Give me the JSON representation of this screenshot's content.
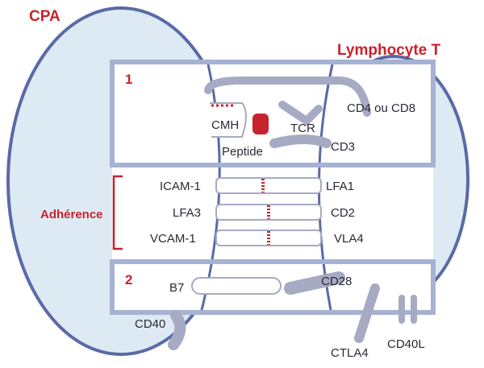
{
  "labels": {
    "apc": "CPA",
    "lymphocyte": "Lymphocyte T",
    "box1": "1",
    "box2": "2",
    "adhesion": "Adhérence",
    "mhc": "CMH",
    "tcr": "TCR",
    "peptide": "Peptide",
    "cd4cd8": "CD4 ou CD8",
    "cd3": "CD3",
    "icam1": "ICAM-1",
    "lfa1": "LFA1",
    "lfa3": "LFA3",
    "cd2": "CD2",
    "vcam1": "VCAM-1",
    "vla4": "VLA4",
    "b7": "B7",
    "cd28": "CD28",
    "cd40": "CD40",
    "ctla4": "CTLA4",
    "cd40l": "CD40L"
  },
  "colors": {
    "cell_fill": "#deeaf3",
    "cell_stroke": "#5a6aa6",
    "box_stroke": "#a6b2d2",
    "molecule_stroke": "#a6aac2",
    "accent_red": "#c8222c"
  }
}
